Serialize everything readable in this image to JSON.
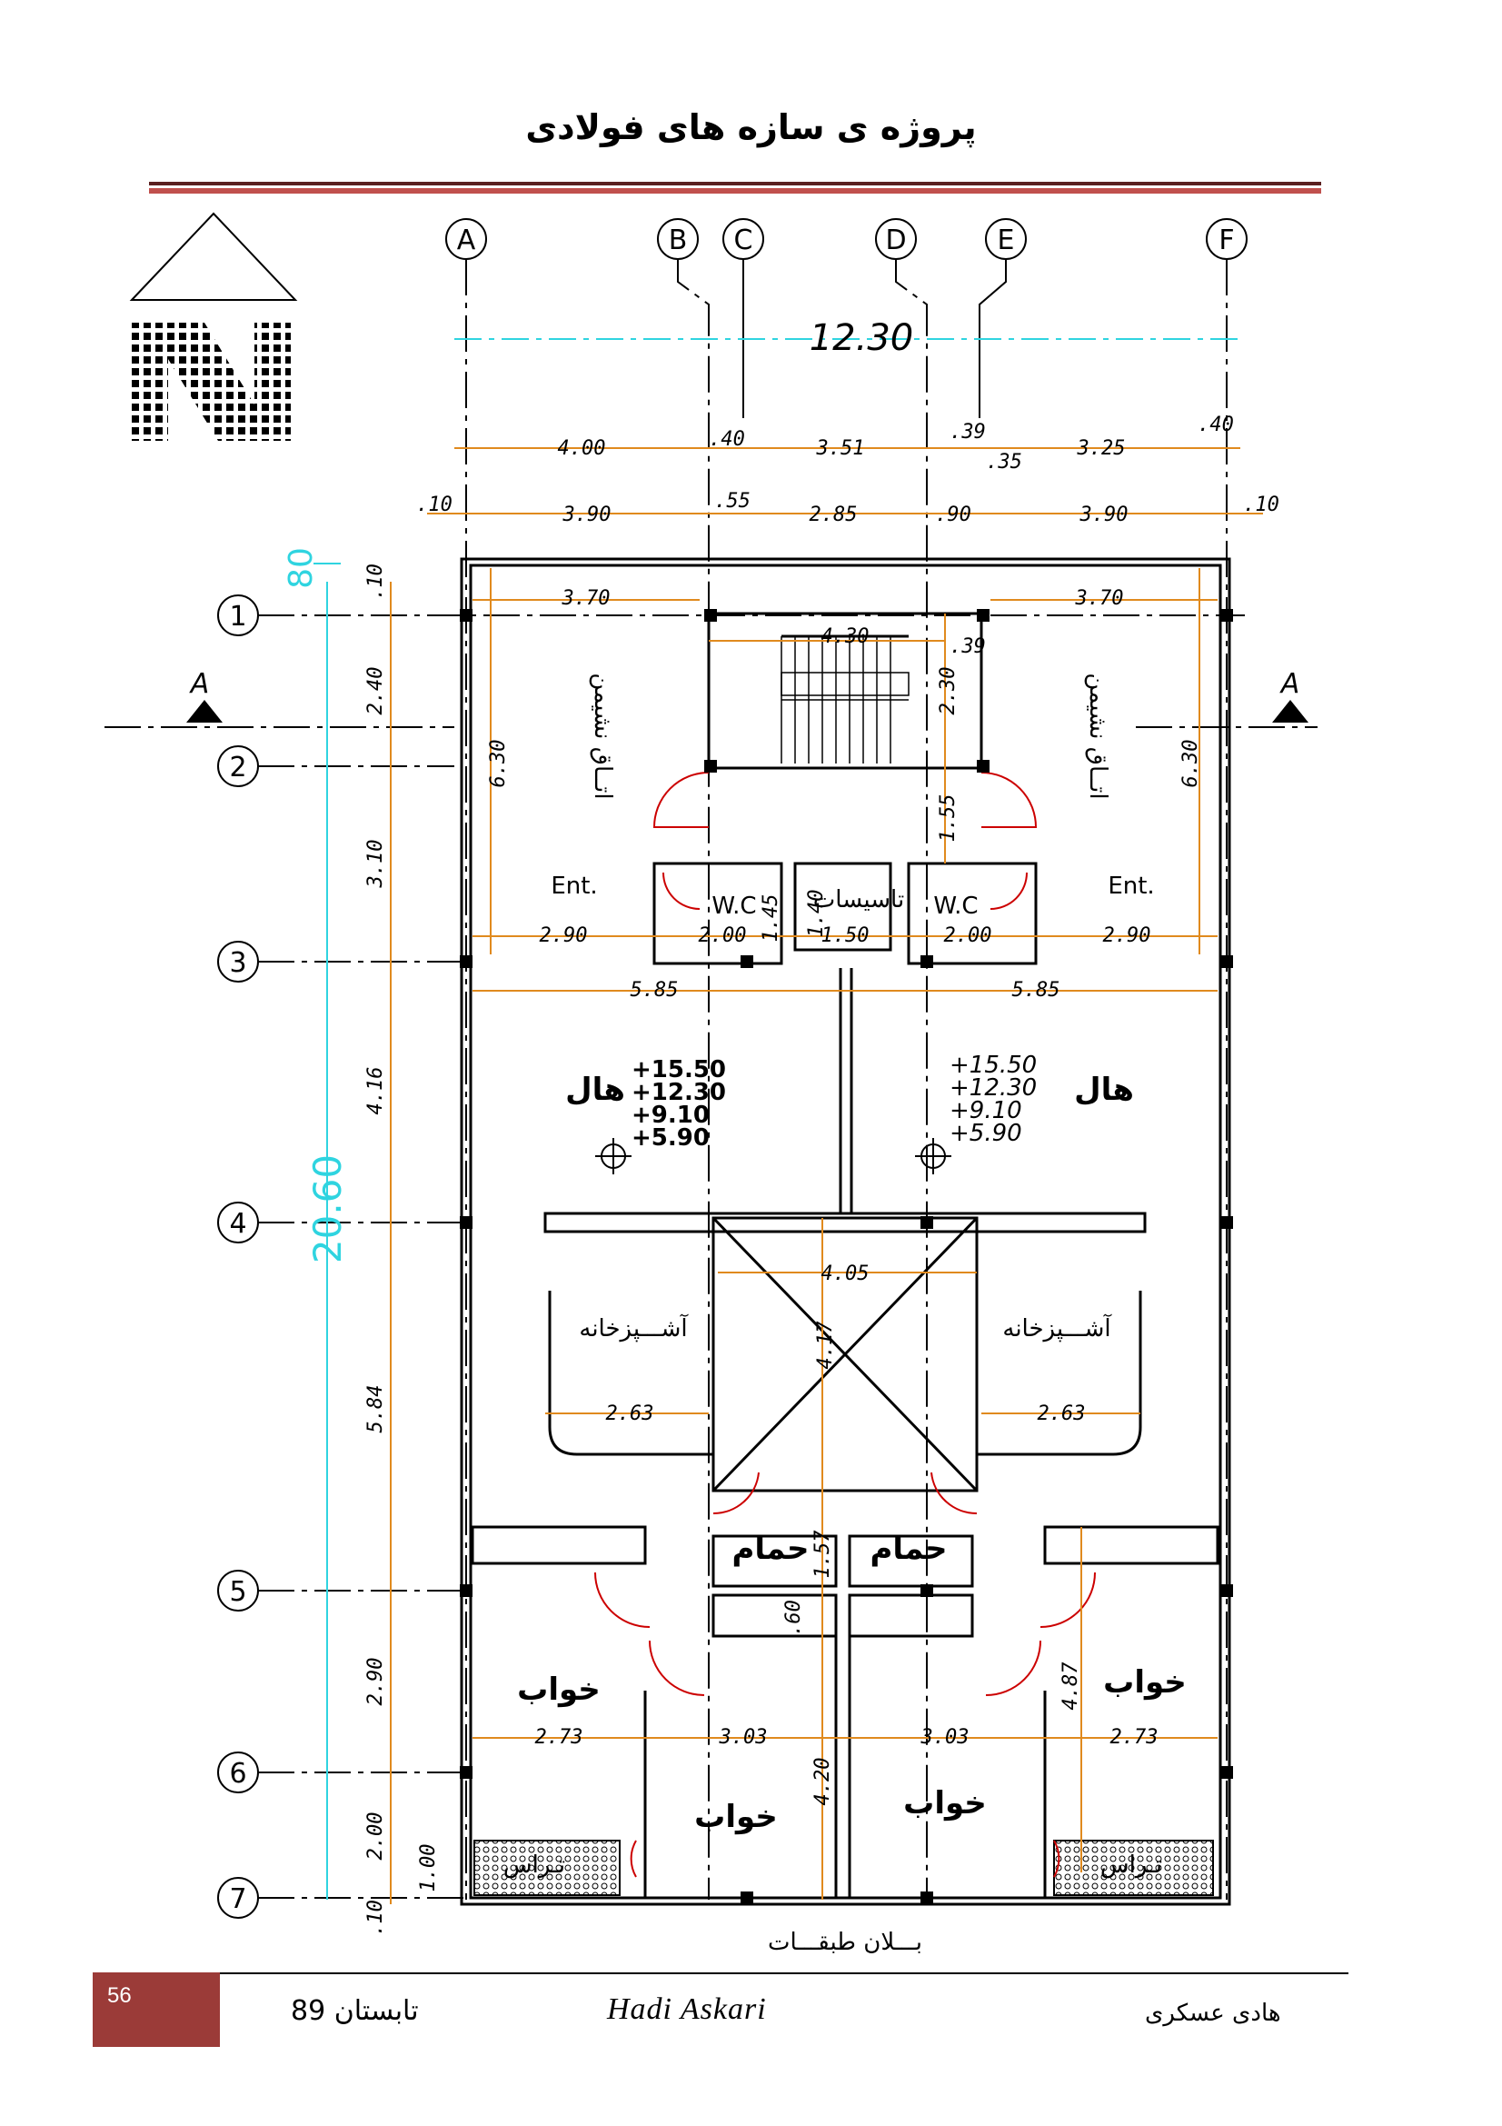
{
  "header": {
    "title": "پروژه ی سازه های فولادی"
  },
  "colors": {
    "accent_red": "#c0504d",
    "dark_rule": "#5a2020",
    "dim_orange": "#e08a1e",
    "dim_cyan": "#2fd4e0",
    "page_box": "#9b3b38"
  },
  "plan": {
    "grid_columns": [
      "A",
      "B",
      "C",
      "D",
      "E",
      "F"
    ],
    "grid_rows": [
      "1",
      "2",
      "3",
      "4",
      "5",
      "6",
      "7"
    ],
    "section_marks": [
      "A",
      "A"
    ],
    "overall_width": "12.30",
    "overall_length": "20.60",
    "offset_80": "80",
    "dims_top_row1": [
      "4.00",
      ".40",
      "3.51",
      ".39",
      ".35",
      "3.25",
      ".40"
    ],
    "dims_top_row2": [
      ".10",
      "3.90",
      ".55",
      "2.85",
      ".90",
      "3.90",
      ".10"
    ],
    "dims_left": [
      ".10",
      "2.40",
      "3.10",
      "4.16",
      "5.84",
      "2.90",
      "2.00",
      ".10"
    ],
    "dims_inner": {
      "room_3_70_a": "3.70",
      "room_3_70_b": "3.70",
      "stair_4_30": "4.30",
      "stair_39": ".39",
      "stair_2_30": "2.30",
      "stair_1_55": "1.55",
      "h_6_30_a": "6.30",
      "h_6_30_b": "6.30",
      "d_2_90_a": "2.90",
      "d_2_00_a": "2.00",
      "d_1_45": "1.45",
      "d_1_40": "1.40",
      "d_1_50": "1.50",
      "d_2_00_b": "2.00",
      "d_2_90_b": "2.90",
      "d_5_85_a": "5.85",
      "d_5_85_b": "5.85",
      "void_4_05": "4.05",
      "void_4_17": "4.17",
      "kit_2_63_a": "2.63",
      "kit_2_63_b": "2.63",
      "bath_1_57": "1.57",
      "bath_60": ".60",
      "bed_4_87": "4.87",
      "bed_4_20": "4.20",
      "b_2_73_a": "2.73",
      "b_3_03_a": "3.03",
      "b_3_03_b": "3.03",
      "b_2_73_b": "2.73",
      "small_100": "1.00"
    },
    "levels_left": [
      "+15.50",
      "+12.30",
      "+9.10",
      "+5.90"
    ],
    "levels_right": [
      "+15.50",
      "+12.30",
      "+9.10",
      "+5.90"
    ],
    "rooms": {
      "living_left": "اتــاق نشیمن",
      "living_right": "اتــاق نشیمن",
      "ent_left": "Ent.",
      "ent_right": "Ent.",
      "wc_left": "W.C",
      "wc_right": "W.C",
      "shaft": "تاسیسات",
      "hall_left": "هال",
      "hall_right": "هال",
      "kitchen_left": "آشـــپزخانه",
      "kitchen_right": "آشـــپزخانه",
      "bath_left": "حمام",
      "bath_right": "حمام",
      "bed_left": "خواب",
      "bed_center_left": "خواب",
      "bed_center_right": "خواب",
      "bed_right": "خواب",
      "terrace_left": "تـراس",
      "terrace_right": "تـراس"
    },
    "caption": "بـــلان طبقـــات"
  },
  "footer": {
    "page_number": "56",
    "date": "تابستان 89",
    "author_en": "Hadi   Askari",
    "author_fa": "هادی عسکری"
  }
}
